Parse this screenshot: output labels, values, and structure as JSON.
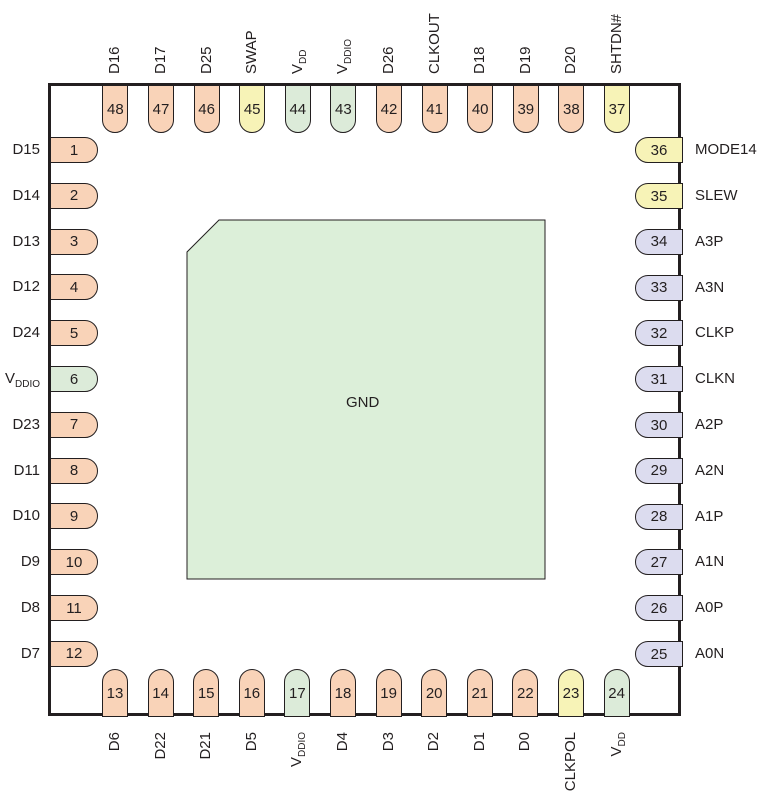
{
  "colors": {
    "digital": "#f9d3b8",
    "supply": "#dcebd9",
    "control": "#f7f3b7",
    "analog": "#dcdcef",
    "gnd": "#dcefd9",
    "outline": "#231f20"
  },
  "center_pad": {
    "label": "GND"
  },
  "pins": [
    {
      "n": "1",
      "name": "D15",
      "side": "left",
      "type": "digital"
    },
    {
      "n": "2",
      "name": "D14",
      "side": "left",
      "type": "digital"
    },
    {
      "n": "3",
      "name": "D13",
      "side": "left",
      "type": "digital"
    },
    {
      "n": "4",
      "name": "D12",
      "side": "left",
      "type": "digital"
    },
    {
      "n": "5",
      "name": "D24",
      "side": "left",
      "type": "digital"
    },
    {
      "n": "6",
      "name": "V",
      "sub": "DDIO",
      "side": "left",
      "type": "supply"
    },
    {
      "n": "7",
      "name": "D23",
      "side": "left",
      "type": "digital"
    },
    {
      "n": "8",
      "name": "D11",
      "side": "left",
      "type": "digital"
    },
    {
      "n": "9",
      "name": "D10",
      "side": "left",
      "type": "digital"
    },
    {
      "n": "10",
      "name": "D9",
      "side": "left",
      "type": "digital"
    },
    {
      "n": "11",
      "name": "D8",
      "side": "left",
      "type": "digital"
    },
    {
      "n": "12",
      "name": "D7",
      "side": "left",
      "type": "digital"
    },
    {
      "n": "13",
      "name": "D6",
      "side": "bottom",
      "type": "digital"
    },
    {
      "n": "14",
      "name": "D22",
      "side": "bottom",
      "type": "digital"
    },
    {
      "n": "15",
      "name": "D21",
      "side": "bottom",
      "type": "digital"
    },
    {
      "n": "16",
      "name": "D5",
      "side": "bottom",
      "type": "digital"
    },
    {
      "n": "17",
      "name": "V",
      "sub": "DDIO",
      "side": "bottom",
      "type": "supply"
    },
    {
      "n": "18",
      "name": "D4",
      "side": "bottom",
      "type": "digital"
    },
    {
      "n": "19",
      "name": "D3",
      "side": "bottom",
      "type": "digital"
    },
    {
      "n": "20",
      "name": "D2",
      "side": "bottom",
      "type": "digital"
    },
    {
      "n": "21",
      "name": "D1",
      "side": "bottom",
      "type": "digital"
    },
    {
      "n": "22",
      "name": "D0",
      "side": "bottom",
      "type": "digital"
    },
    {
      "n": "23",
      "name": "CLKPOL",
      "side": "bottom",
      "type": "control"
    },
    {
      "n": "24",
      "name": "V",
      "sub": "DD",
      "side": "bottom",
      "type": "supply"
    },
    {
      "n": "25",
      "name": "A0N",
      "side": "right",
      "type": "analog"
    },
    {
      "n": "26",
      "name": "A0P",
      "side": "right",
      "type": "analog"
    },
    {
      "n": "27",
      "name": "A1N",
      "side": "right",
      "type": "analog"
    },
    {
      "n": "28",
      "name": "A1P",
      "side": "right",
      "type": "analog"
    },
    {
      "n": "29",
      "name": "A2N",
      "side": "right",
      "type": "analog"
    },
    {
      "n": "30",
      "name": "A2P",
      "side": "right",
      "type": "analog"
    },
    {
      "n": "31",
      "name": "CLKN",
      "side": "right",
      "type": "analog"
    },
    {
      "n": "32",
      "name": "CLKP",
      "side": "right",
      "type": "analog"
    },
    {
      "n": "33",
      "name": "A3N",
      "side": "right",
      "type": "analog"
    },
    {
      "n": "34",
      "name": "A3P",
      "side": "right",
      "type": "analog"
    },
    {
      "n": "35",
      "name": "SLEW",
      "side": "right",
      "type": "control"
    },
    {
      "n": "36",
      "name": "MODE14",
      "side": "right",
      "type": "control"
    },
    {
      "n": "37",
      "name": "SHTDN#",
      "side": "top",
      "type": "control"
    },
    {
      "n": "38",
      "name": "D20",
      "side": "top",
      "type": "digital"
    },
    {
      "n": "39",
      "name": "D19",
      "side": "top",
      "type": "digital"
    },
    {
      "n": "40",
      "name": "D18",
      "side": "top",
      "type": "digital"
    },
    {
      "n": "41",
      "name": "CLKOUT",
      "side": "top",
      "type": "digital"
    },
    {
      "n": "42",
      "name": "D26",
      "side": "top",
      "type": "digital"
    },
    {
      "n": "43",
      "name": "V",
      "sub": "DDIO",
      "side": "top",
      "type": "supply"
    },
    {
      "n": "44",
      "name": "V",
      "sub": "DD",
      "side": "top",
      "type": "supply"
    },
    {
      "n": "45",
      "name": "SWAP",
      "side": "top",
      "type": "control"
    },
    {
      "n": "46",
      "name": "D25",
      "side": "top",
      "type": "digital"
    },
    {
      "n": "47",
      "name": "D17",
      "side": "top",
      "type": "digital"
    },
    {
      "n": "48",
      "name": "D16",
      "side": "top",
      "type": "digital"
    }
  ]
}
